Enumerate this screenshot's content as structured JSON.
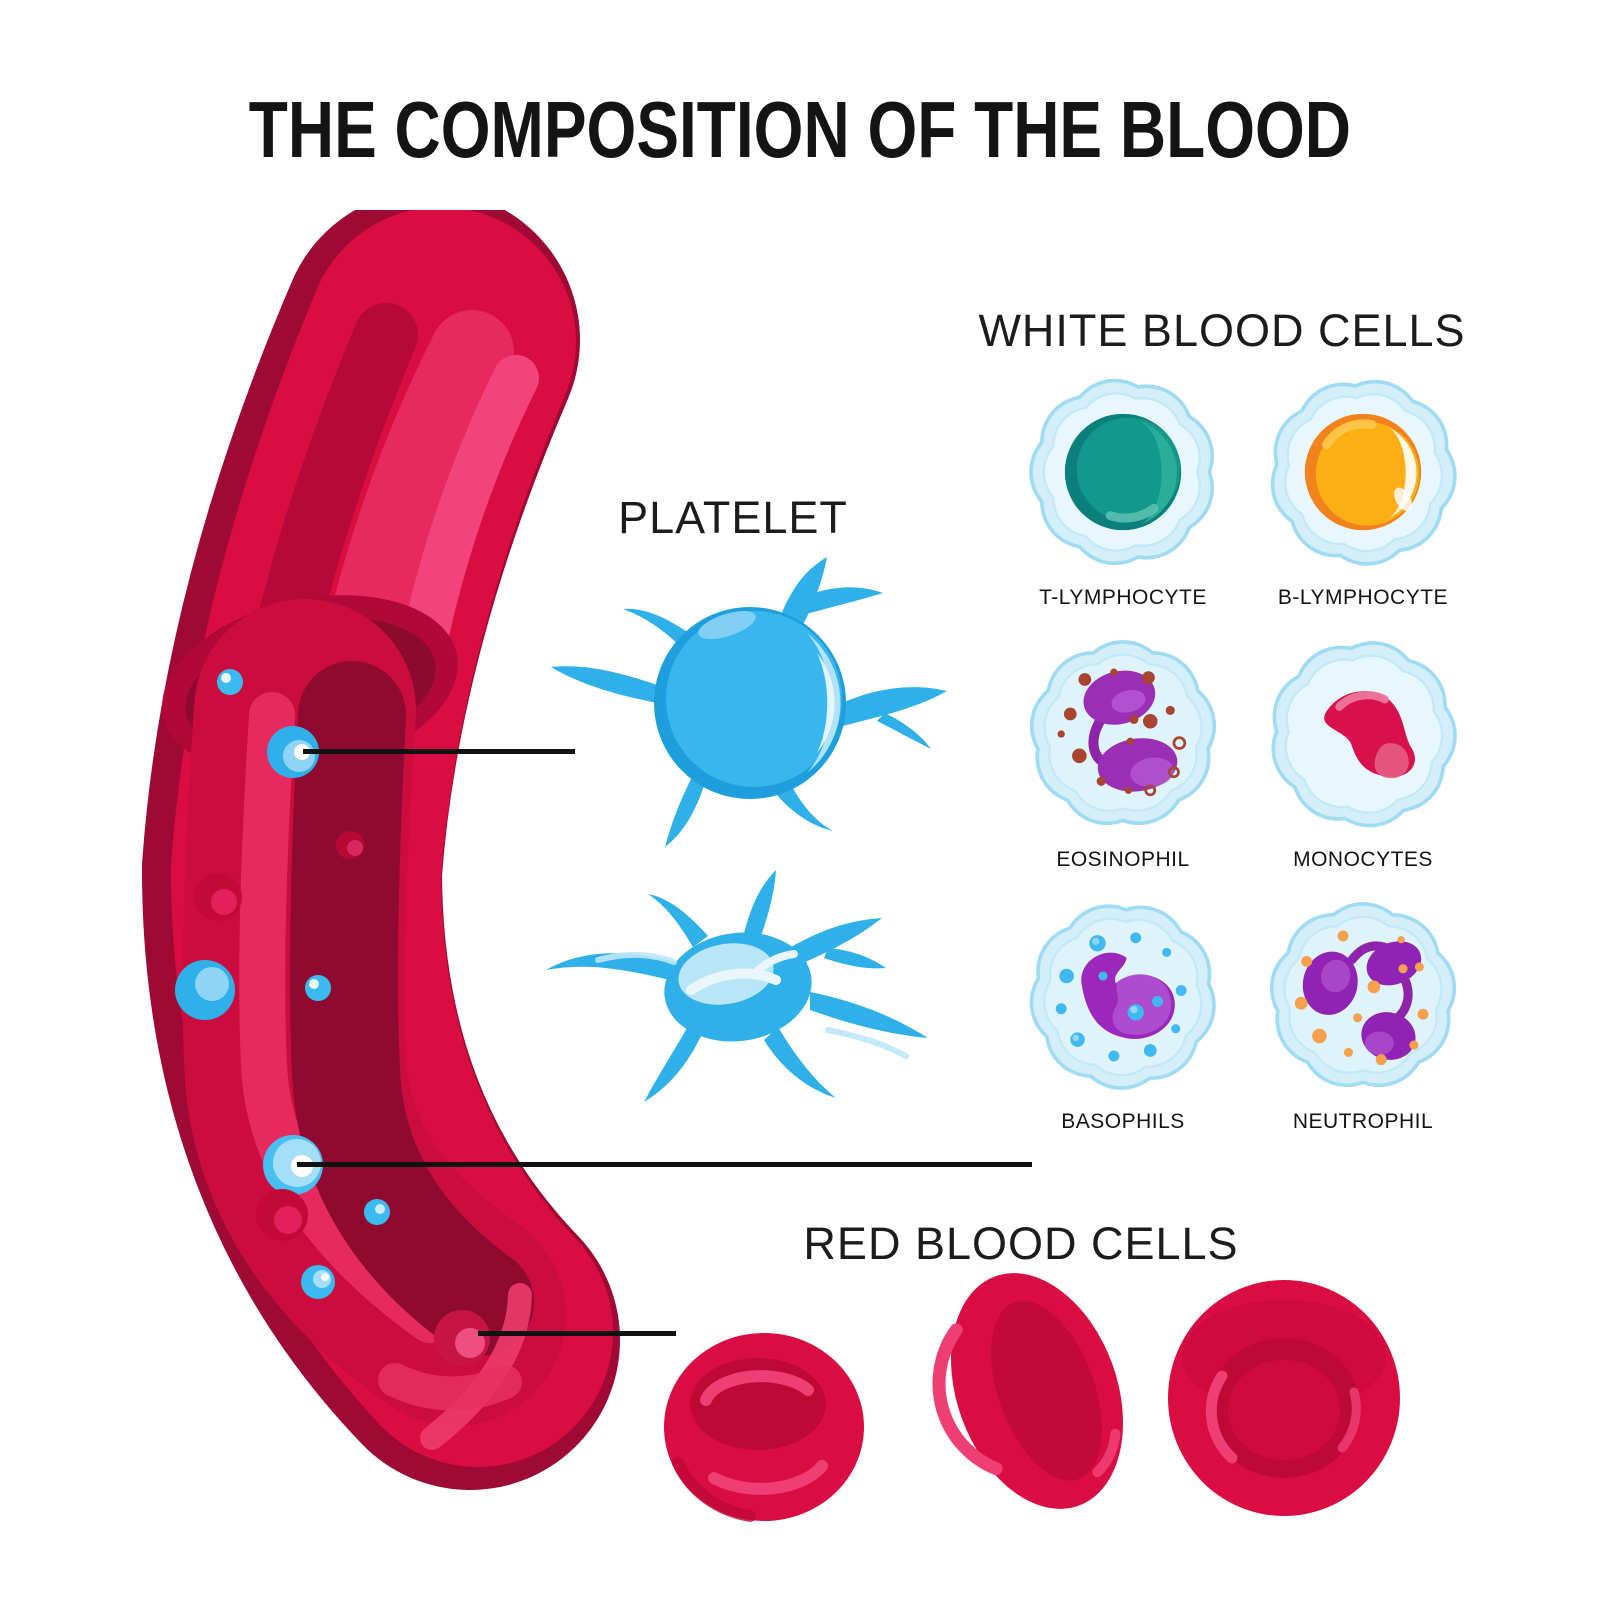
{
  "title": "THE COMPOSITION OF THE BLOOD",
  "platelet_section": {
    "label": "PLATELET"
  },
  "white_blood_cells_section": {
    "label": "WHITE BLOOD CELLS",
    "cells": [
      {
        "name": "T-LYMPHOCYTE"
      },
      {
        "name": "B-LYMPHOCYTE"
      },
      {
        "name": "EOSINOPHIL"
      },
      {
        "name": "MONOCYTES"
      },
      {
        "name": "BASOPHILS"
      },
      {
        "name": "NEUTROPHIL"
      }
    ]
  },
  "red_blood_cells_section": {
    "label": "RED BLOOD CELLS"
  },
  "colors": {
    "background": "#ffffff",
    "text": "#161616",
    "connector_line": "#111111",
    "vessel_red": "#d90d41",
    "vessel_dark": "#9e0a33",
    "vessel_stripe_dark": "#b5093a",
    "vessel_stripe_light": "#e62a5f",
    "vessel_stripe_pink": "#f1437c",
    "vessel_lumen": "#8f0a30",
    "platelet_blue": "#2fb0e9",
    "platelet_highlight": "#bfe7fa",
    "membrane_blue": "#d9f1fb",
    "membrane_edge": "#a9dff5",
    "t_lymphocyte_teal": "#12998b",
    "b_lymphocyte_orange": "#fbae17",
    "eosinophil_purple": "#9a2fb5",
    "eosinophil_granule": "#a84430",
    "monocyte_red": "#d8114e",
    "basophil_purple": "#9c27bd",
    "basophil_granule": "#3fb9f0",
    "neutrophil_purple": "#9023b4",
    "neutrophil_granule": "#f5a04c",
    "rbc_red": "#d90d41",
    "rbc_shadow": "#be0936",
    "rbc_highlight": "#ee3e74"
  }
}
